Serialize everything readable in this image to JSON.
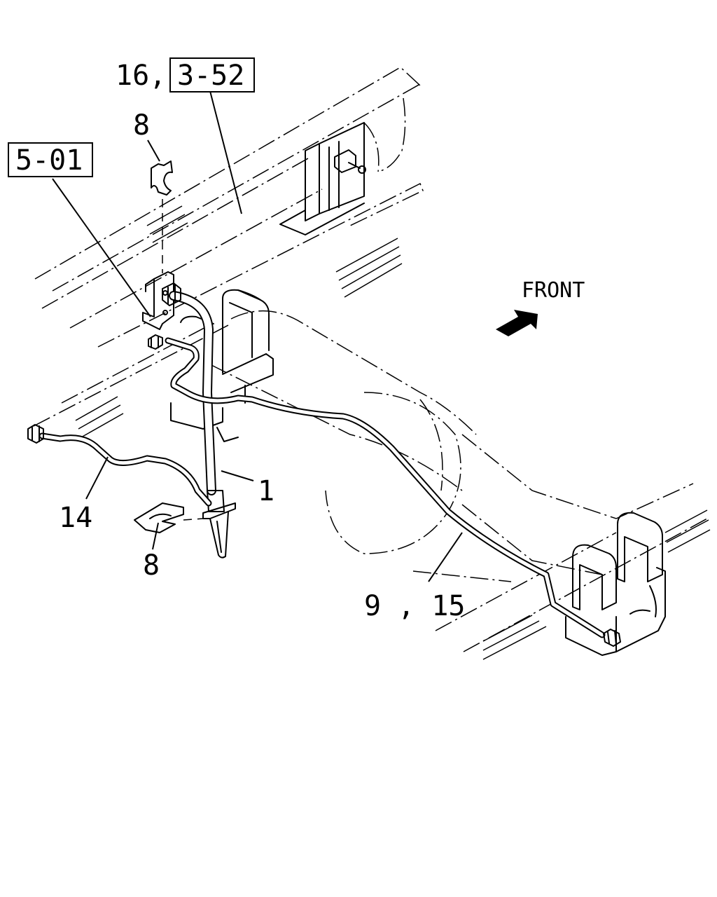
{
  "callouts": {
    "hose_ref": "16,",
    "ref_frame": "3-52",
    "clip_top": "8",
    "ref_bracket": "5-01",
    "hose": "1",
    "pipe_left": "14",
    "clip_bottom": "8",
    "pipe_right": "9 , 15"
  },
  "direction": {
    "label": "FRONT"
  }
}
